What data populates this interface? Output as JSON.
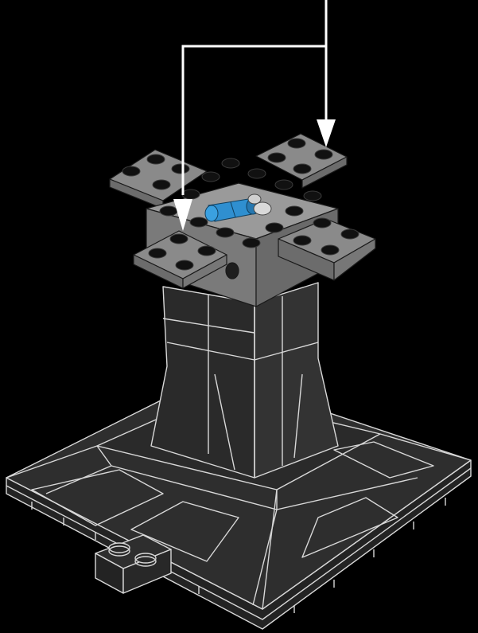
{
  "scene": {
    "background": "#000000",
    "colors": {
      "dark_body": "#2e2e2e",
      "dark_side": "#232323",
      "dark_edge": "#d8d8d8",
      "gray_top": "#8a8a8a",
      "gray_side": "#6c6c6c",
      "stud_fill": "#111111",
      "stud_rim": "#2a2a2a",
      "accent_blue": "#2f8fd0",
      "arrow": "#ffffff"
    },
    "parts": [
      "base-plate",
      "pedestal-tower",
      "small-plate-2x1",
      "gray-cross-plates",
      "blue-connector-pin",
      "instruction-arrows"
    ]
  }
}
